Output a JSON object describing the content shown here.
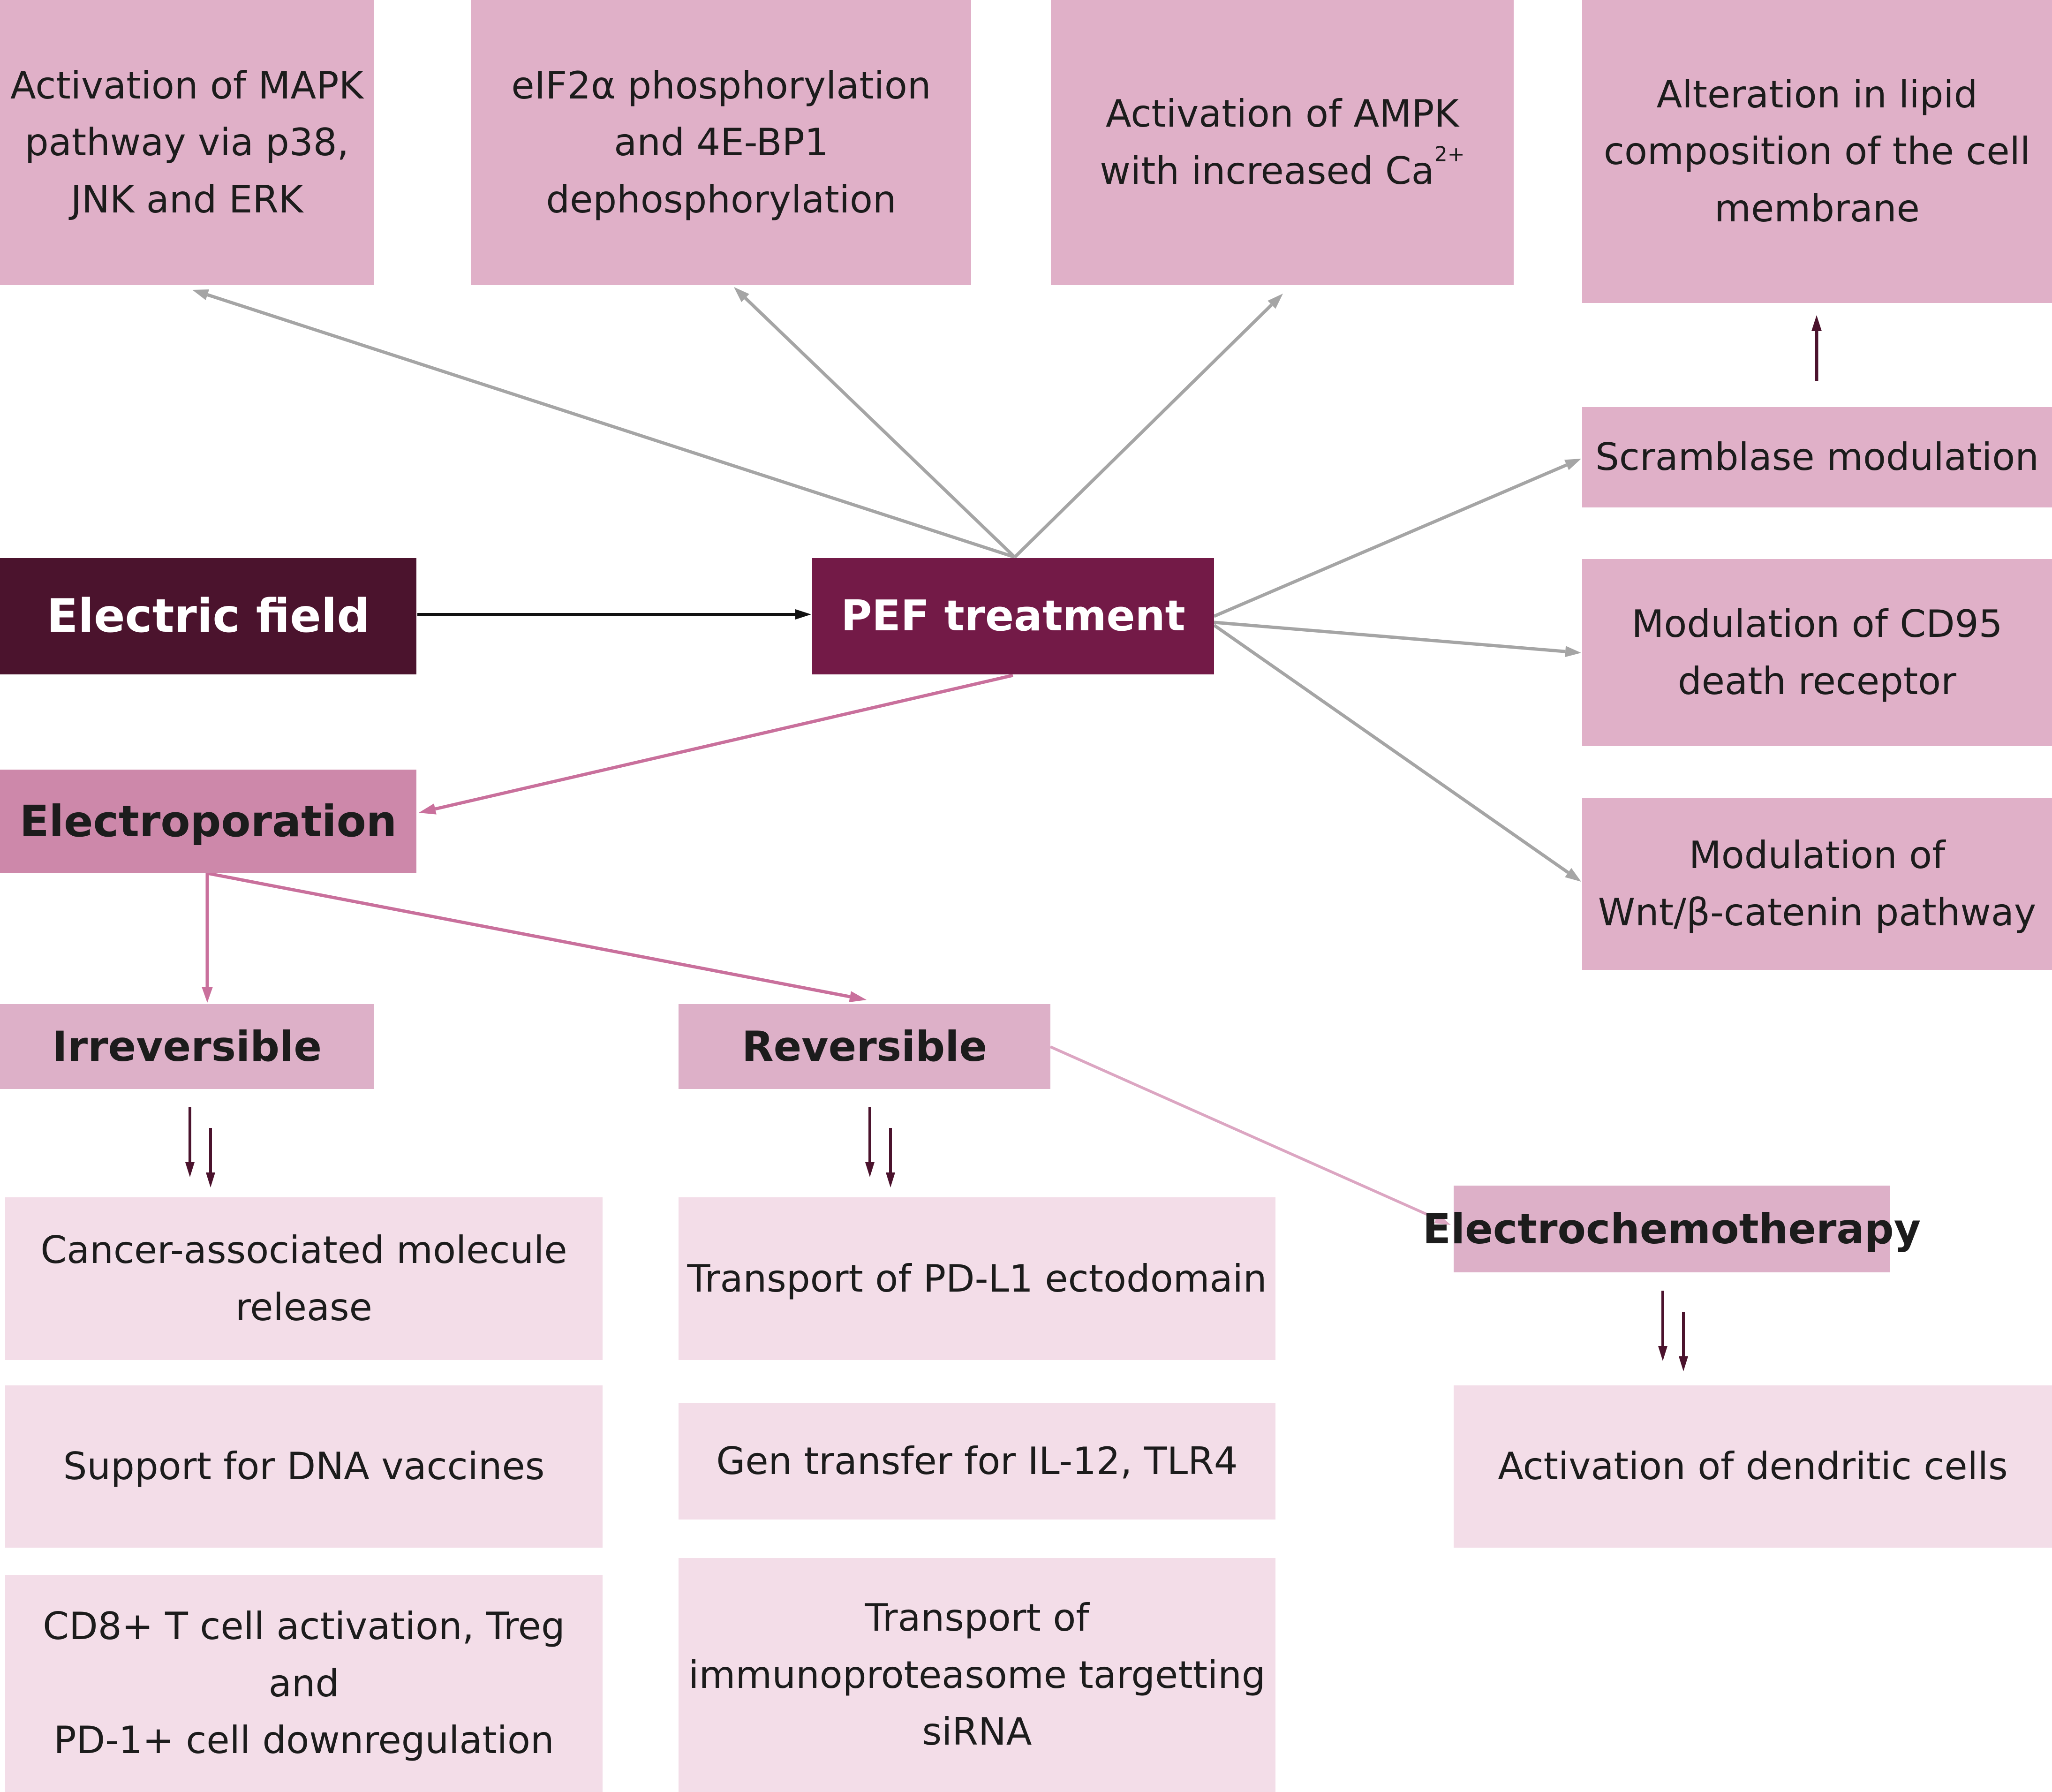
{
  "nodes": {
    "electric_field": "Electric field",
    "pef_treatment": "PEF treatment",
    "electroporation": "Electroporation",
    "irreversible": "Irreversible",
    "reversible": "Reversible",
    "electrochemotherapy": "Electrochemotherapy",
    "mapk": {
      "line1": "Activation of MAPK",
      "line2": "pathway via p38,",
      "line3": "JNK and ERK"
    },
    "eif2": {
      "line1": "eIF2α phosphorylation",
      "line2": "and 4E-BP1",
      "line3": "dephosphorylation"
    },
    "ampk": {
      "line1": "Activation of AMPK",
      "line2": "with increased Ca",
      "line2_sup": "2+"
    },
    "lipid": {
      "line1": "Alteration in lipid",
      "line2": "composition of the cell",
      "line3": "membrane"
    },
    "scramblase": "Scramblase modulation",
    "cd95": {
      "line1": "Modulation of CD95",
      "line2": "death receptor"
    },
    "wnt": {
      "line1": "Modulation of",
      "line2": "Wnt/β-catenin pathway"
    },
    "cancer_molecule": {
      "line1": "Cancer-associated molecule",
      "line2": "release"
    },
    "dna_vaccines": "Support for DNA vaccines",
    "cd8": {
      "line1": "CD8+ T cell activation, Treg and",
      "line2": "PD-1+ cell downregulation"
    },
    "pdl1": "Transport of PD-L1 ectodomain",
    "gen_transfer": "Gen transfer for IL-12, TLR4",
    "immunoproteasome": {
      "line1": "Transport of",
      "line2": "immunoproteasome targetting",
      "line3": "siRNA"
    },
    "dendritic": "Activation of dendritic cells"
  },
  "colors": {
    "root": "#4b132d",
    "pef": "#731a47",
    "electroporation": "#cd88aa",
    "box_pink": "#e0b0c8",
    "box_light": "#f3dde8",
    "arrow_grey": "#a5a5a5",
    "arrow_pink": "#c9709c",
    "arrow_dark": "#4b132d"
  }
}
